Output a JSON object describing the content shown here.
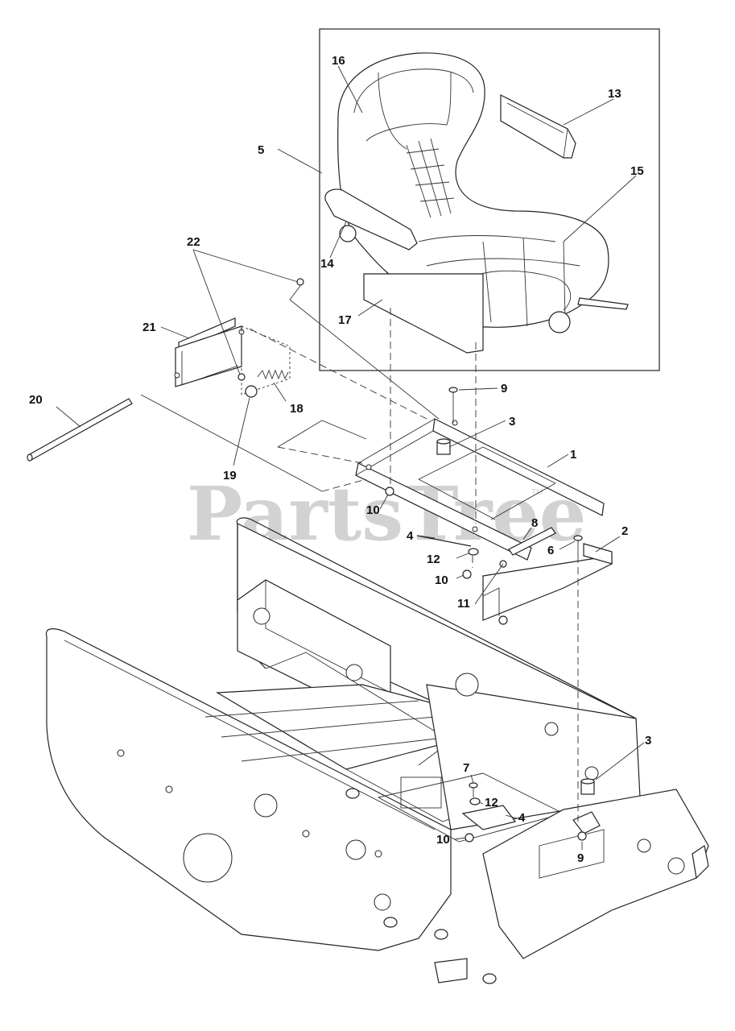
{
  "watermark": "PartsTree",
  "watermark_tm": "TM",
  "callouts": {
    "c1": "1",
    "c2": "2",
    "c3a": "3",
    "c3b": "3",
    "c4a": "4",
    "c4b": "4",
    "c5": "5",
    "c6": "6",
    "c7": "7",
    "c8": "8",
    "c9a": "9",
    "c9b": "9",
    "c10a": "10",
    "c10b": "10",
    "c10c": "10",
    "c11": "11",
    "c12a": "12",
    "c12b": "12",
    "c13": "13",
    "c14": "14",
    "c15": "15",
    "c16": "16",
    "c17": "17",
    "c18": "18",
    "c19": "19",
    "c20": "20",
    "c21": "21",
    "c22": "22"
  }
}
